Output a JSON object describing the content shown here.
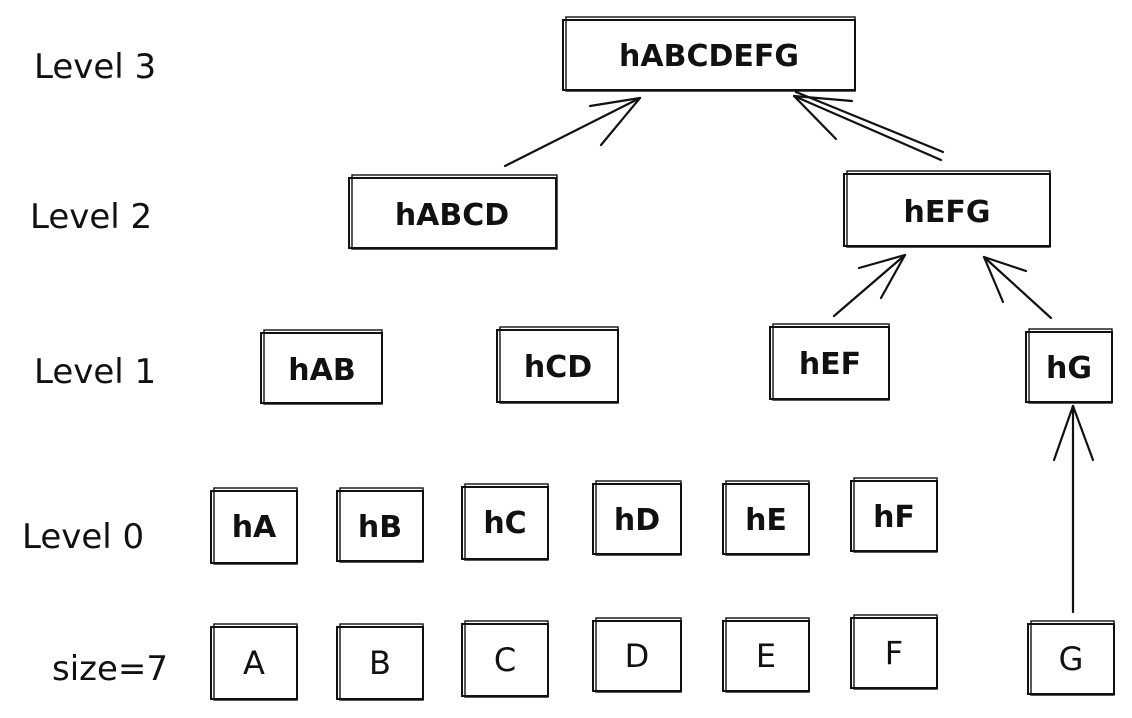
{
  "row_labels": {
    "level3": "Level 3",
    "level2": "Level 2",
    "level1": "Level 1",
    "level0": "Level 0",
    "size": "size=7"
  },
  "level3": [
    "hABCDEFG"
  ],
  "level2": [
    "hABCD",
    "hEFG"
  ],
  "level1": [
    "hAB",
    "hCD",
    "hEF",
    "hG"
  ],
  "level0": [
    "hA",
    "hB",
    "hC",
    "hD",
    "hE",
    "hF"
  ],
  "leaves": [
    "A",
    "B",
    "C",
    "D",
    "E",
    "F",
    "G"
  ]
}
